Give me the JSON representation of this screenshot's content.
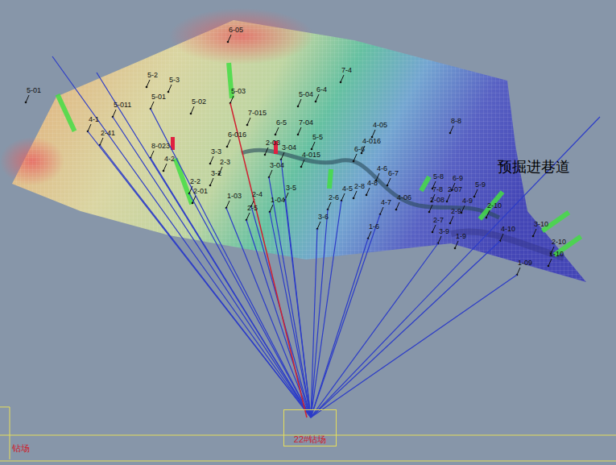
{
  "diagram": {
    "nodes": [
      {
        "text": [
          "22#钻场"
        ]
      }
    ],
    "labels": [
      "6-05",
      "7-4",
      "5-2",
      "5-3",
      "5-01",
      "5-011",
      "5-01",
      "5-02",
      "5-03",
      "5-04",
      "6-4",
      "4-1",
      "2-41",
      "8-8",
      "7-015",
      "6-5",
      "7-04",
      "4-05",
      "6-016",
      "8-023",
      "4-2",
      "3-3",
      "2-3",
      "2-03",
      "3-04",
      "4-015",
      "5-5",
      "6-6",
      "4-016",
      "3-04",
      "2-2",
      "3-2",
      "2-01",
      "1-03",
      "2-4",
      "1-04",
      "3-5",
      "2-5",
      "4-6",
      "6-7",
      "4-5",
      "2-8",
      "4-8",
      "2-6",
      "4-7",
      "4-06",
      "5-8",
      "6-9",
      "7-8",
      "2-07",
      "2-08",
      "2-9",
      "4-9",
      "5-9",
      "2-7",
      "3-9",
      "1-9",
      "3-6",
      "1-6",
      "2-10",
      "4-10",
      "3-10",
      "2-10",
      "1-10",
      "1-09",
      "预掘进巷道",
      "钻场"
    ]
  }
}
